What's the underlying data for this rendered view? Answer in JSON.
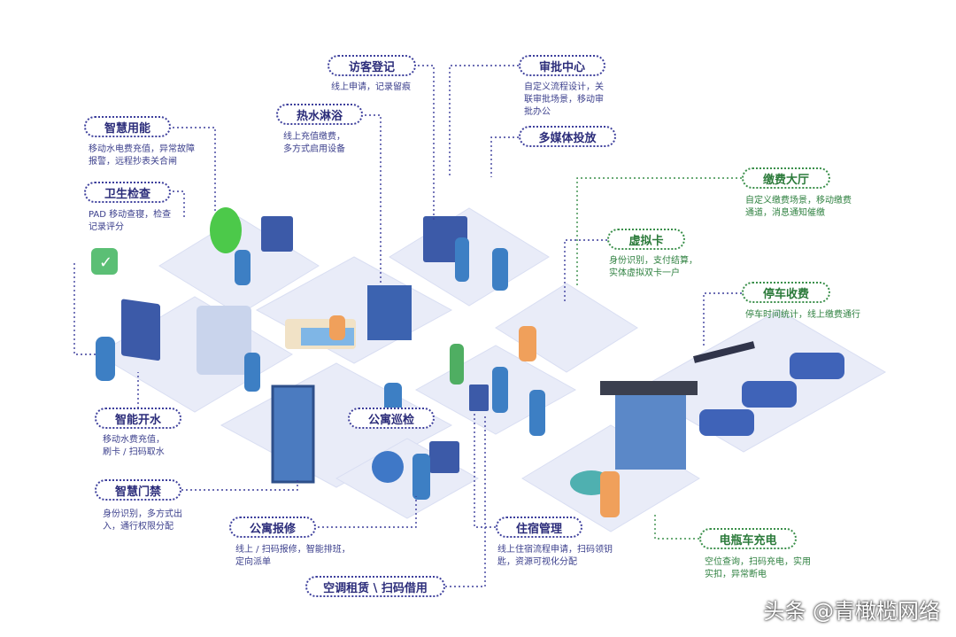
{
  "labels": [
    {
      "title": "访客登记",
      "desc": "线上申请，记录留痕"
    },
    {
      "title": "审批中心",
      "desc": "自定义流程设计，关\n联审批场景，移动审\n批办公"
    },
    {
      "title": "智慧用能",
      "desc": "移动水电费充值，异常故障\n报警，远程抄表关合闸"
    },
    {
      "title": "热水淋浴",
      "desc": "线上充值缴费，\n多方式启用设备"
    },
    {
      "title": "多媒体投放",
      "desc": ""
    },
    {
      "title": "卫生检查",
      "desc": "PAD 移动查寝，检查\n记录评分"
    },
    {
      "title": "缴费大厅",
      "desc": "自定义缴费场景，移动缴费\n通道，消息通知催缴"
    },
    {
      "title": "虚拟卡",
      "desc": "身份识别，支付结算，\n实体虚拟双卡一户"
    },
    {
      "title": "停车收费",
      "desc": "停车时间统计，线上缴费通行"
    },
    {
      "title": "智能开水",
      "desc": "移动水费充值，\n刷卡 / 扫码取水"
    },
    {
      "title": "公寓巡检",
      "desc": ""
    },
    {
      "title": "智慧门禁",
      "desc": "身份识别，多方式出\n入，通行权限分配"
    },
    {
      "title": "公寓报修",
      "desc": "线上 / 扫码报修，智能排班，\n定向派单"
    },
    {
      "title": "住宿管理",
      "desc": "线上住宿流程申请，扫码领钥\n匙，资源可视化分配"
    },
    {
      "title": "电瓶车充电",
      "desc": "空位查询，扫码充电，实用\n实扣，异常断电"
    },
    {
      "title": "空调租赁 \\ 扫码借用",
      "desc": ""
    }
  ],
  "watermark": "头条 @青橄榄网络",
  "colors": {
    "accent": "#3d3f9c",
    "green": "#3a8f4a",
    "platform": "#e9ecf8",
    "figure": "#3d7fc4"
  }
}
